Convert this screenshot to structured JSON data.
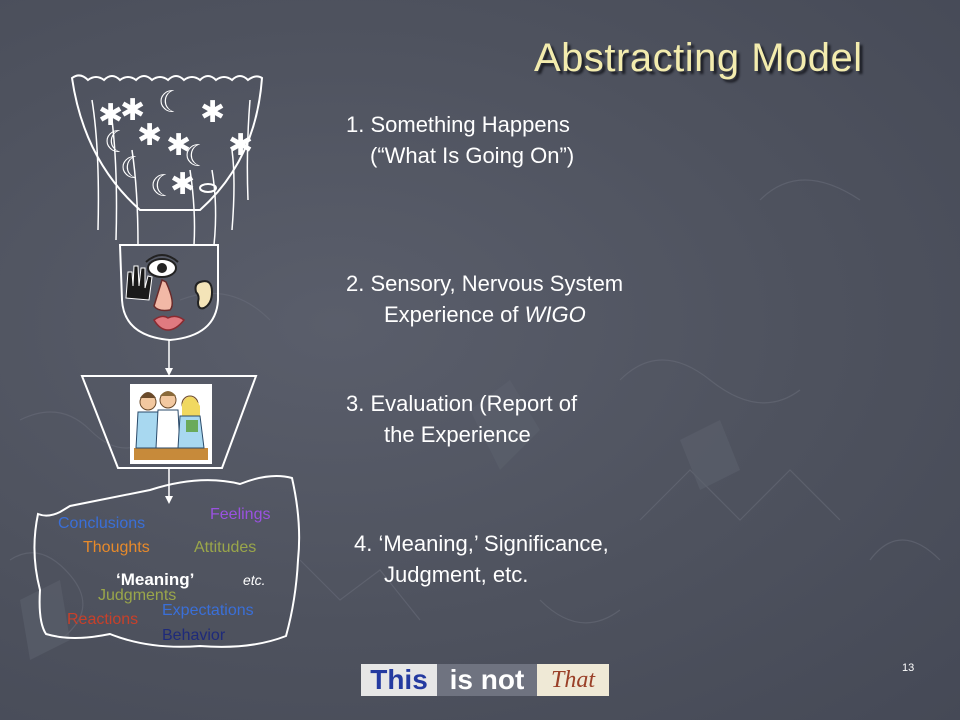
{
  "title": "Abstracting Model",
  "steps": [
    {
      "line1": "1. Something Happens",
      "line2": "(“What Is Going On”)"
    },
    {
      "line1": "2. Sensory, Nervous System",
      "line2_pre": "Experience of ",
      "line2_em": "WIGO"
    },
    {
      "line1": "3. Evaluation (Report of",
      "line2": "the Experience"
    },
    {
      "line1": "4. ‘Meaning,’ Significance,",
      "line2": "Judgment, etc."
    }
  ],
  "blob_labels": [
    {
      "text": "Conclusions",
      "color": "#3a6fd8"
    },
    {
      "text": "Feelings",
      "color": "#9a52e0"
    },
    {
      "text": "Thoughts",
      "color": "#e88a2a"
    },
    {
      "text": "Attitudes",
      "color": "#9aa64a"
    },
    {
      "text": "‘Meaning’",
      "color": "#ffffff"
    },
    {
      "text": "etc.",
      "color": "#ffffff"
    },
    {
      "text": "Judgments",
      "color": "#9aa64a"
    },
    {
      "text": "Expectations",
      "color": "#3a6fd8"
    },
    {
      "text": "Reactions",
      "color": "#c8402a"
    },
    {
      "text": "Behavior",
      "color": "#1e2a7a"
    }
  ],
  "logo": {
    "part1": "This",
    "part2": "is not",
    "part3": "That"
  },
  "slide_number": "13",
  "colors": {
    "title": "#f3ecae",
    "background": "#4e525e",
    "text": "#ffffff"
  }
}
